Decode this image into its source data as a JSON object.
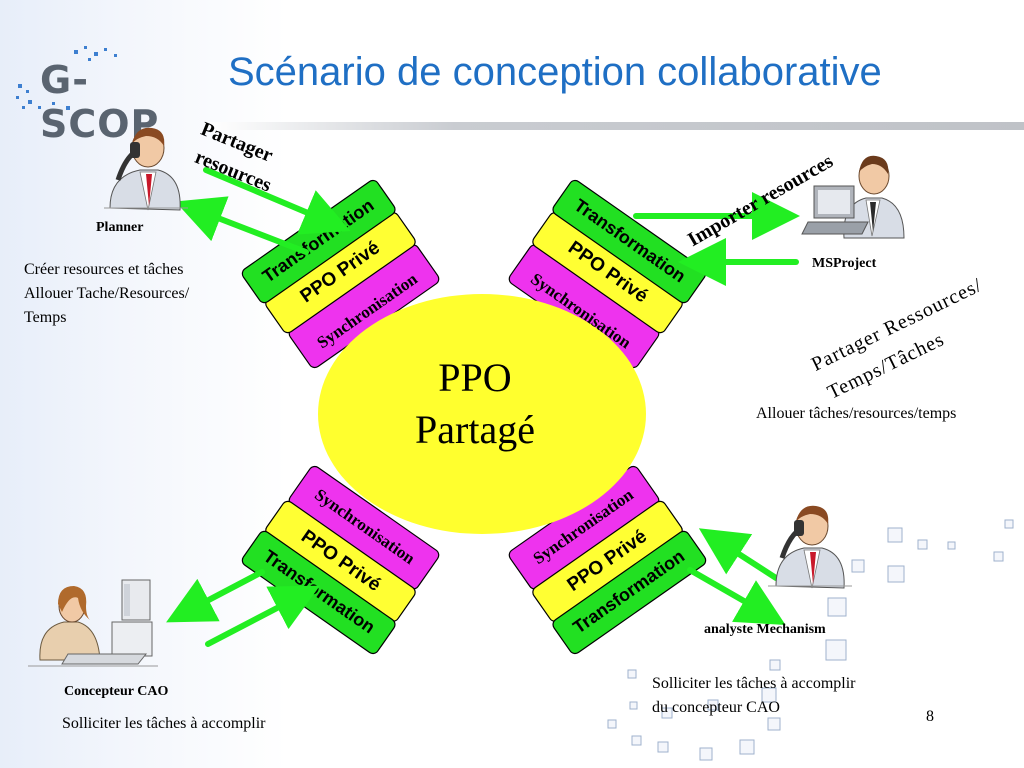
{
  "header": {
    "logo_text": "G-SCOP",
    "title": "Scénario de conception collaborative"
  },
  "center": {
    "line1": "PPO",
    "line2": "Partagé",
    "fill_color": "#ffff2e"
  },
  "bands": {
    "transformation": "Transformation",
    "ppo_prive": "PPO Privé",
    "synchronisation": "Synchronisation",
    "colors": {
      "transformation": "#22e022",
      "ppo_prive": "#ffff33",
      "synchronisation": "#ee33ee"
    }
  },
  "roles": {
    "planner": "Planner",
    "msproject": "MSProject",
    "concepteur": "Concepteur CAO",
    "analyste": "analyste Mechanism"
  },
  "arrow_labels": {
    "partager_line1": "Partager",
    "partager_line2": "resources",
    "importer": "Importer resources",
    "partager_ressources_line1": "Partager Ressources/",
    "partager_ressources_line2": "Temps/Tâches"
  },
  "texts": {
    "planner_tasks": [
      "Créer resources et tâches",
      "Allouer Tache/Resources/",
      "Temps"
    ],
    "allouer": "Allouer tâches/resources/temps",
    "concepteur_task": "Solliciter les tâches à accomplir",
    "analyste_task_line1": "Solliciter les tâches à accomplir",
    "analyste_task_line2": "du concepteur CAO"
  },
  "slide_number": "8",
  "icons": {
    "planner": "man-on-phone-icon",
    "msproject": "man-at-laptop-icon",
    "concepteur": "woman-at-computer-icon",
    "analyste": "man-on-phone-icon"
  },
  "arrow_color": "#22ee22"
}
